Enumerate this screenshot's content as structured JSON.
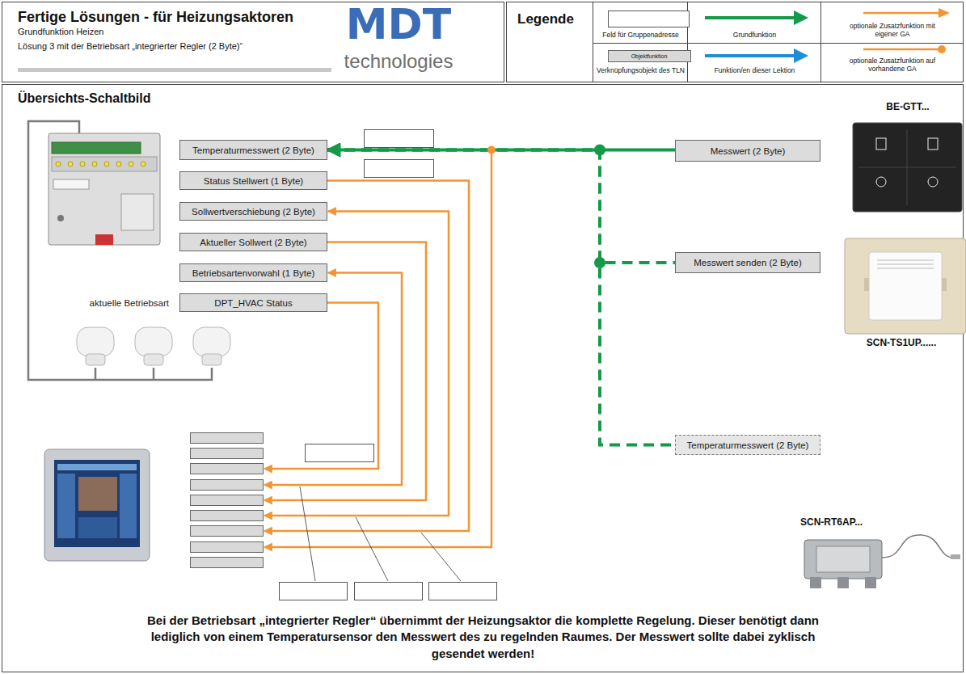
{
  "diagram": {
    "title": "Fertige Lösungen - für Heizungsaktoren",
    "caption": "Bei der Betriebsart „integrierter Regler“ übernimmt der Heizungsaktor die komplette Regelung. Dieser benötigt dann lediglich von einem Temperatursensor den Messwert des zu regelnden Raumes. Der Messwert sollte dabei zyklisch gesendet werden!",
    "nodes": [
      {
        "text": [
          "Temperaturmesswert (2 Byte)"
        ]
      },
      {
        "text": [
          "Status Stellwert (1 Byte)"
        ]
      },
      {
        "text": [
          "Sollwertverschiebung (2 Byte)"
        ]
      },
      {
        "text": [
          "Aktueller Sollwert (2 Byte)"
        ]
      },
      {
        "text": [
          "Betriebsartenvorwahl (1 Byte)"
        ]
      },
      {
        "text": [
          "aktuelle Betriebsart",
          "DPT_HVAC Status"
        ]
      },
      {
        "text": [
          "Messwert (2 Byte)"
        ]
      },
      {
        "text": [
          "Messwert senden (2 Byte)"
        ]
      },
      {
        "text": [
          "Temperaturmesswert (2 Byte)"
        ]
      }
    ],
    "edges": [
      {
        "from": 6,
        "to": 0,
        "arrow": "to"
      },
      {
        "from": 7,
        "to": 0,
        "arrow": "to"
      },
      {
        "from": 8,
        "to": 0,
        "arrow": "to"
      }
    ],
    "labels": [
      "Grundfunktion Heizen",
      "Lösung 3 mit der Betriebsart „integrierter Regler (2 Byte)“",
      "MDT",
      "technologies",
      "Legende",
      "Objektfunktion",
      "Übersichts-Schaltbild",
      "BE-GTT...",
      "SCN-TS1UP......",
      "SCN-RT6AP..."
    ],
    "legend": [
      {
        "text": "Feld für Gruppenadresse"
      },
      {
        "text": "Grundfunktion"
      },
      {
        "text": "optionale Zusatzfunktion mit eigener GA"
      },
      {
        "text": "Verknüpfungsobjekt des TLN"
      },
      {
        "text": "Funktion/en dieser Lektion"
      },
      {
        "text": "optionale Zusatzfunktion auf vorhandene GA"
      }
    ]
  }
}
